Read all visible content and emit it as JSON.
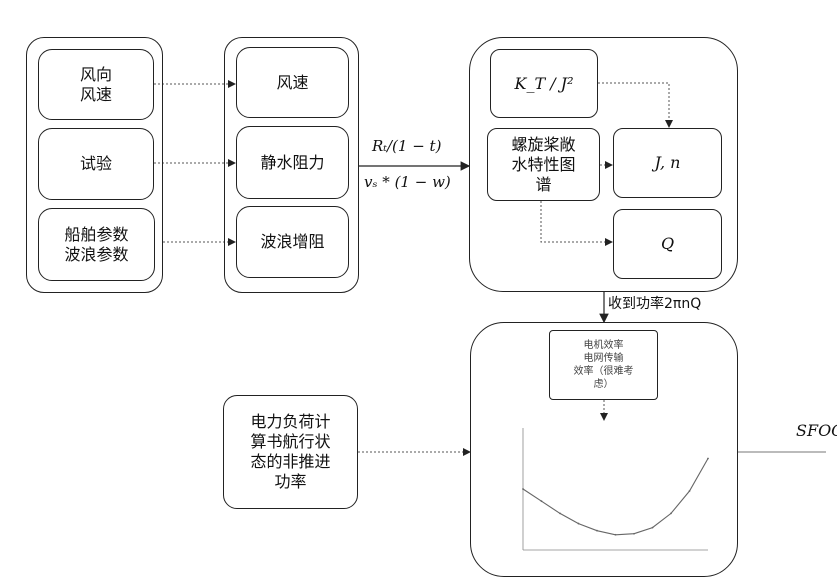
{
  "left_inputs": {
    "wind": "风向\n风速",
    "trial": "试验",
    "ship": "船舶参数\n波浪参数"
  },
  "resistance": {
    "wind_speed": "风速",
    "still_water": "静水阻力",
    "wave_added": "波浪增阻"
  },
  "link_labels": {
    "thrust": "Rₜ/(1 − t)",
    "speed": "vₛ * (1 − w)"
  },
  "propeller": {
    "coefficient": "K_T / J²",
    "open_water": "螺旋桨敞\n水特性图\n谱",
    "jn": "J, n",
    "q": "Q"
  },
  "absorbed_power": "收到功率2πnQ",
  "motor_note": "电机效率\n电网传输\n效率（很难考\n虑）",
  "non_propulsion": "电力负荷计\n算书航行状\n态的非推进\n功率",
  "sfoc": "SFOC",
  "chart_data": {
    "type": "line",
    "title": "",
    "xlabel": "",
    "ylabel": "",
    "x": [
      30,
      35,
      40,
      45,
      50,
      55,
      60,
      65,
      70,
      75,
      80
    ],
    "xlim": [
      30,
      80
    ],
    "ylim": [
      170,
      230
    ],
    "series": [
      {
        "name": "",
        "values": [
          200,
          194,
          188,
          183,
          179.5,
          177.5,
          178,
          181,
          188,
          199,
          215
        ]
      }
    ],
    "grid": false
  }
}
